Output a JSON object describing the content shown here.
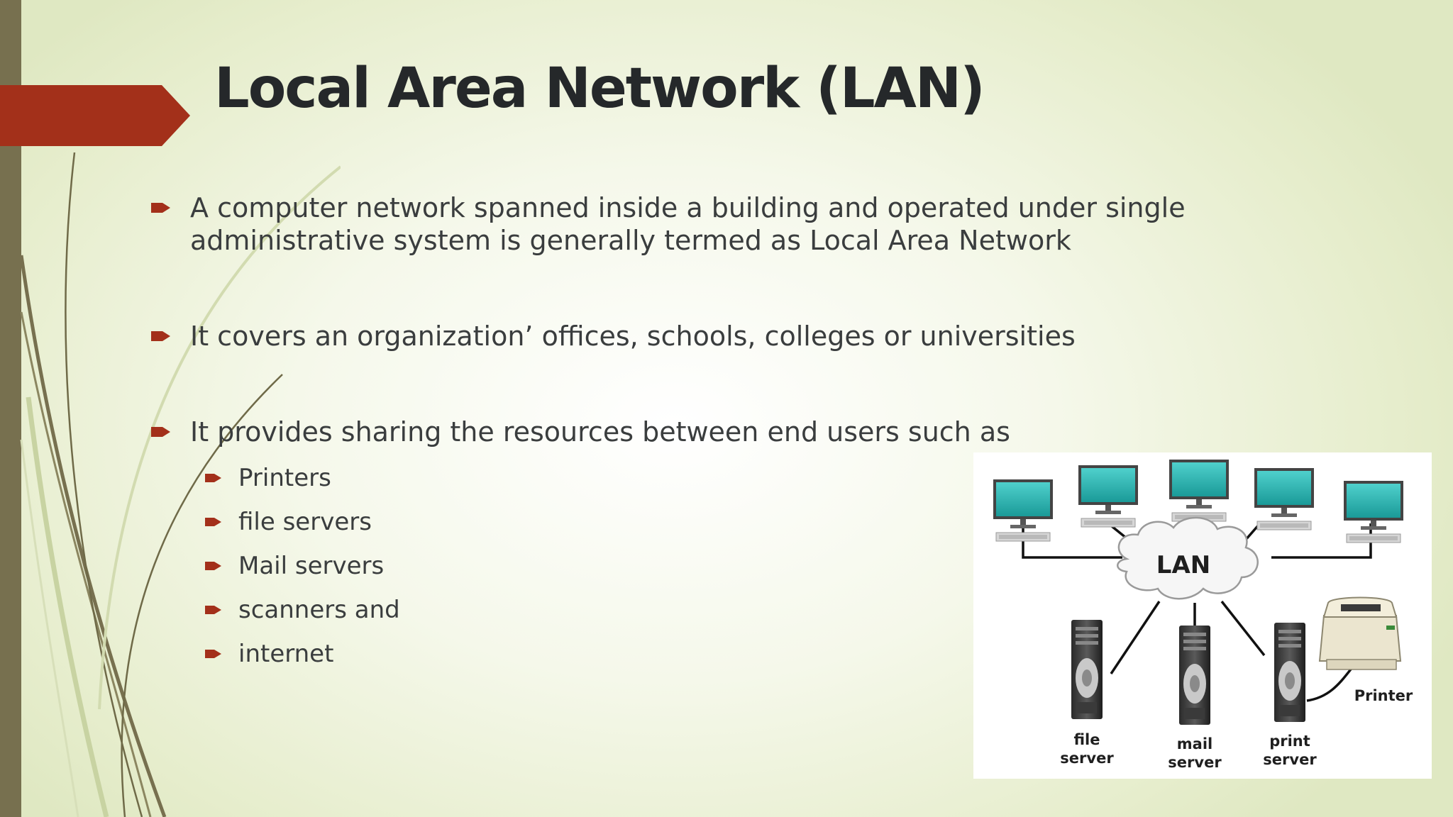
{
  "slide": {
    "title": "Local Area Network (LAN)",
    "bullets": [
      {
        "line1": "A computer network spanned inside a building and operated under single",
        "line2": "administrative system is generally termed as Local Area Network"
      },
      {
        "text": "It covers an organization’ offices, schools, colleges or universities"
      },
      {
        "text": "It provides sharing the resources between end users such as"
      }
    ],
    "sub_bullets": [
      "Printers",
      "file servers",
      "Mail servers",
      "scanners and",
      "internet"
    ]
  },
  "diagram": {
    "center_label": "LAN",
    "printer_label": "Printer",
    "file_server": {
      "l1": "file",
      "l2": "server"
    },
    "mail_server": {
      "l1": "mail",
      "l2": "server"
    },
    "print_server": {
      "l1": "print",
      "l2": "server"
    }
  },
  "colors": {
    "accent": "#a3301a",
    "side_bar": "#77704f",
    "title_text": "#25282a",
    "body_text": "#3a3d3e",
    "monitor_screen": "#2bb5b2"
  }
}
